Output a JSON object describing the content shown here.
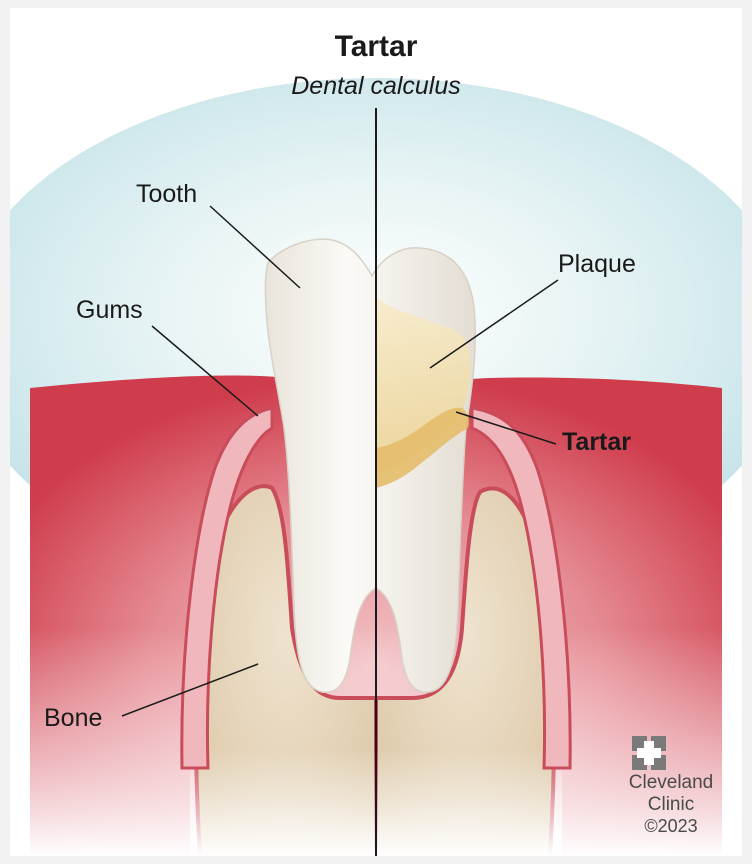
{
  "header": {
    "title": "Tartar",
    "subtitle": "Dental calculus"
  },
  "labels": {
    "tooth": "Tooth",
    "gums": "Gums",
    "bone": "Bone",
    "plaque": "Plaque",
    "tartar": "Tartar"
  },
  "branding": {
    "line1": "Cleveland",
    "line2": "Clinic",
    "copyright": "©2023"
  },
  "colors": {
    "sky": "#cfe8ec",
    "gum": "#d9525e",
    "bone": "#e8d8c0",
    "tooth": "#f4f0ea",
    "plaque": "#f3dca0",
    "tartar": "#e9c77a"
  },
  "icons": [
    "cleveland-clinic-logo-icon"
  ]
}
